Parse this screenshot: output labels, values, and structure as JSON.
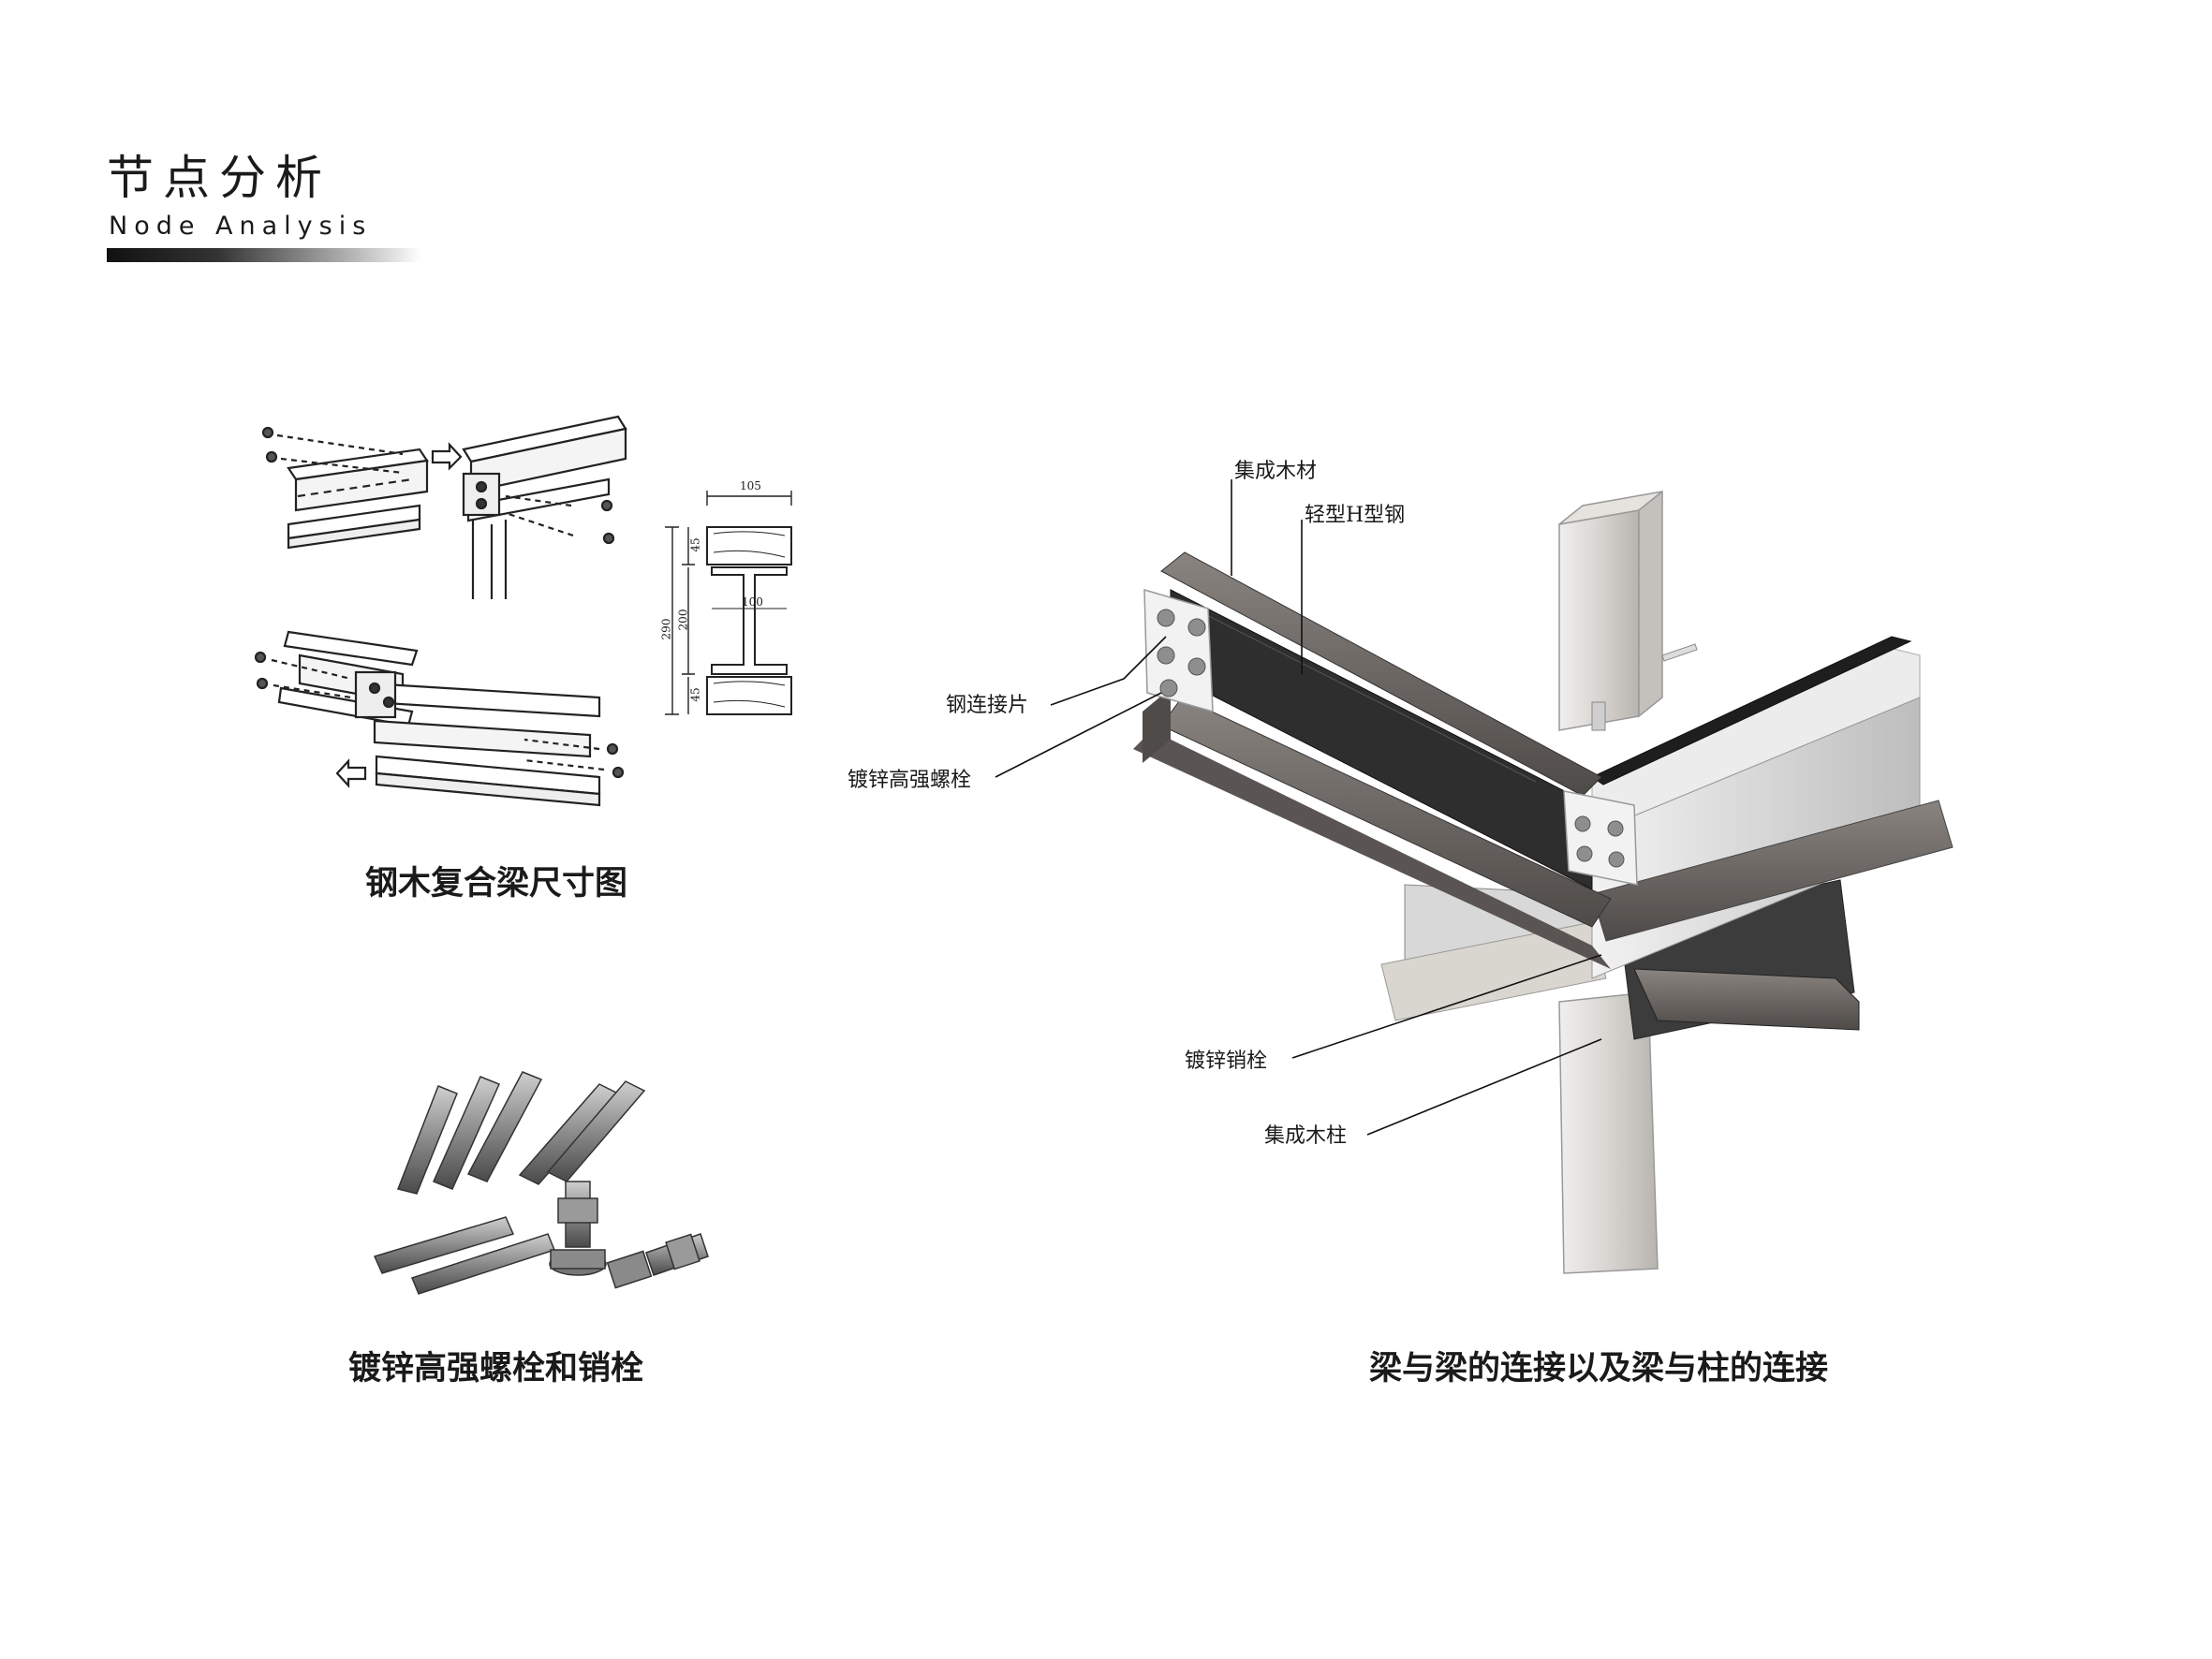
{
  "header": {
    "title_cn": "节点分析",
    "title_en": "Node Analysis"
  },
  "captions": {
    "dimension_drawing": "钢木复合梁尺寸图",
    "bolts_pins": "镀锌高强螺栓和销栓",
    "connection": "梁与梁的连接以及梁与柱的连接"
  },
  "dimension_labels": {
    "width_top": "105",
    "flange_top": "45",
    "web_width": "100",
    "total_height": "290",
    "web_height": "200",
    "flange_bottom": "45"
  },
  "callouts": {
    "glulam": "集成木材",
    "light_h_steel": "轻型H型钢",
    "steel_plate": "钢连接片",
    "galv_bolt": "镀锌高强螺栓",
    "galv_pin": "镀锌销栓",
    "glulam_column": "集成木柱"
  },
  "colors": {
    "text": "#1a1a1a",
    "wood_dark": "#6b6662",
    "steel_light": "#d4d4d4",
    "steel_dark": "#3c3c3c"
  }
}
